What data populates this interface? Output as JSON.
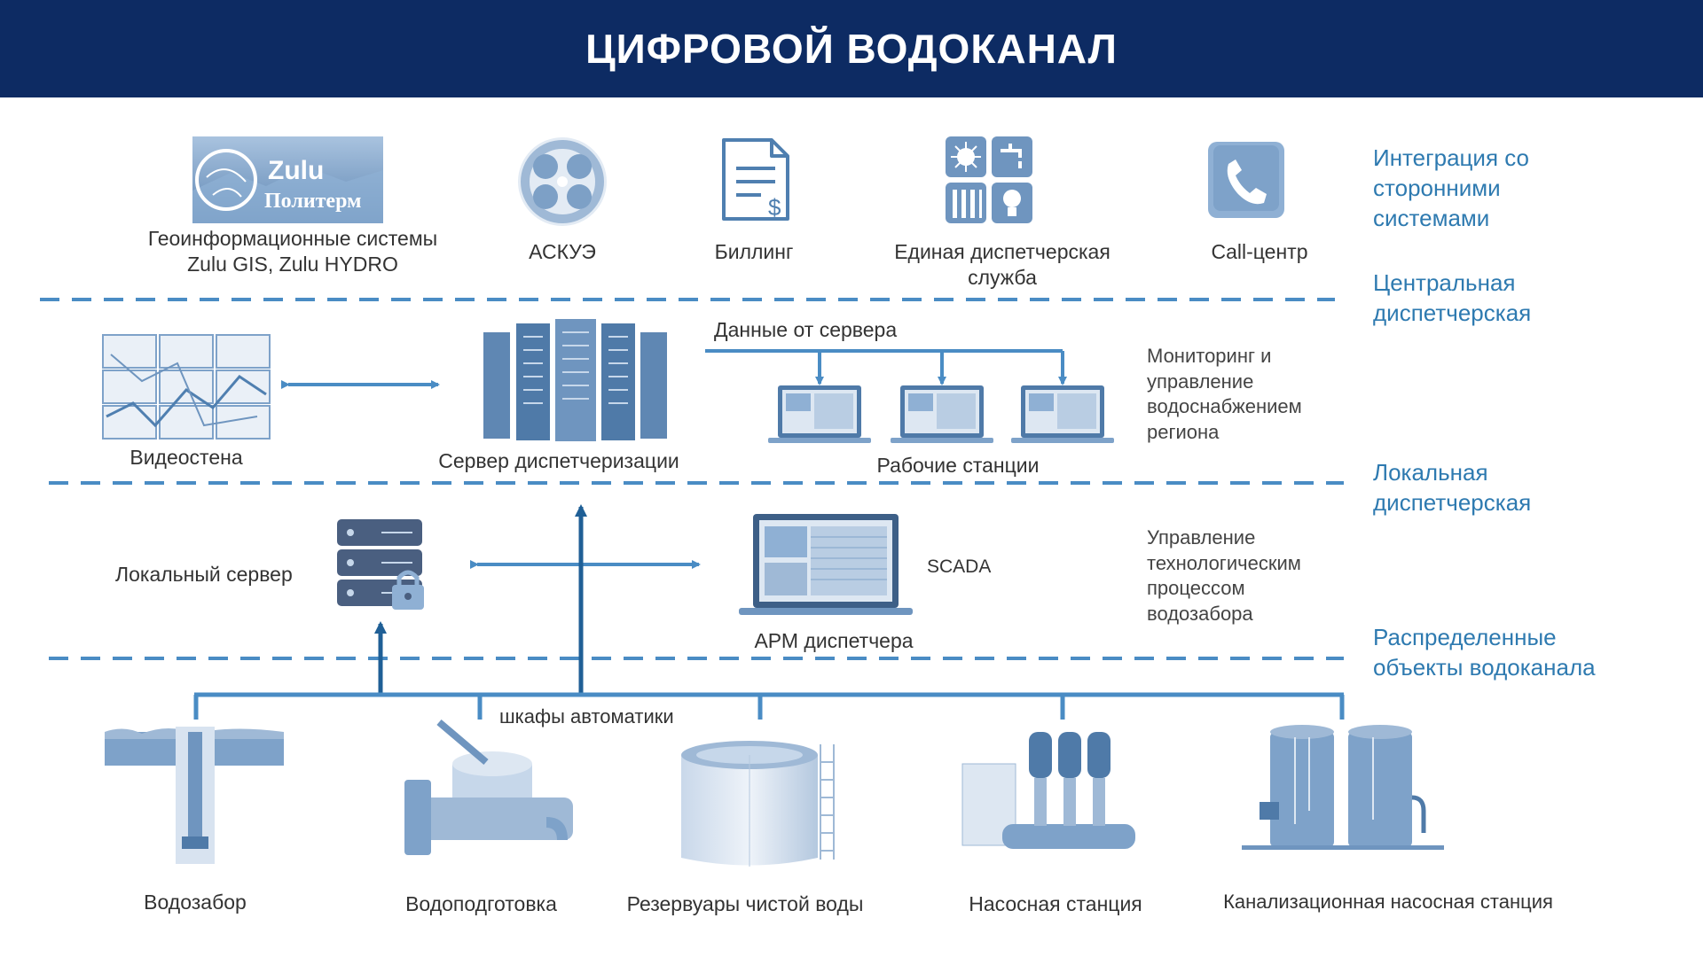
{
  "header": {
    "title": "ЦИФРОВОЙ ВОДОКАНАЛ"
  },
  "logo": {
    "zulu": "Zulu",
    "politerm": "Политерм"
  },
  "integration": {
    "gis_line1": "Геоинформационные системы",
    "gis_line2": "Zulu GIS, Zulu HYDRO",
    "askue": "АСКУЭ",
    "billing": "Биллинг",
    "eds_line1": "Единая диспетчерская",
    "eds_line2": "служба",
    "call_center": "Call-центр"
  },
  "central": {
    "server_data": "Данные от сервера",
    "videowall": "Видеостена",
    "dispatch_server": "Сервер диспетчеризации",
    "workstations": "Рабочие станции",
    "desc": [
      "Мониторинг и",
      "управление",
      "водоснабжением",
      "региона"
    ]
  },
  "local": {
    "local_server": "Локальный сервер",
    "scada": "SCADA",
    "arm": "АРМ диспетчера",
    "desc": [
      "Управление",
      "технологическим",
      "процессом",
      "водозабора"
    ]
  },
  "automation": {
    "cabinets": "шкафы автоматики"
  },
  "objects": {
    "intake": "Водозабор",
    "treatment": "Водоподготовка",
    "reservoirs": "Резервуары чистой воды",
    "pump_station": "Насосная станция",
    "sewage_pump": "Канализационная насосная станция"
  },
  "levels": {
    "integration": [
      "Интеграция со",
      "сторонними",
      "системами"
    ],
    "central": [
      "Центральная",
      "диспетчерская"
    ],
    "local": [
      "Локальная",
      "диспетчерская"
    ],
    "distributed": [
      "Распределенные",
      "объекты водоканала"
    ]
  },
  "colors": {
    "banner": "#0d2b63",
    "accent": "#2e7ab0",
    "line": "#4a8cc4",
    "icon": "#6f95bf"
  }
}
